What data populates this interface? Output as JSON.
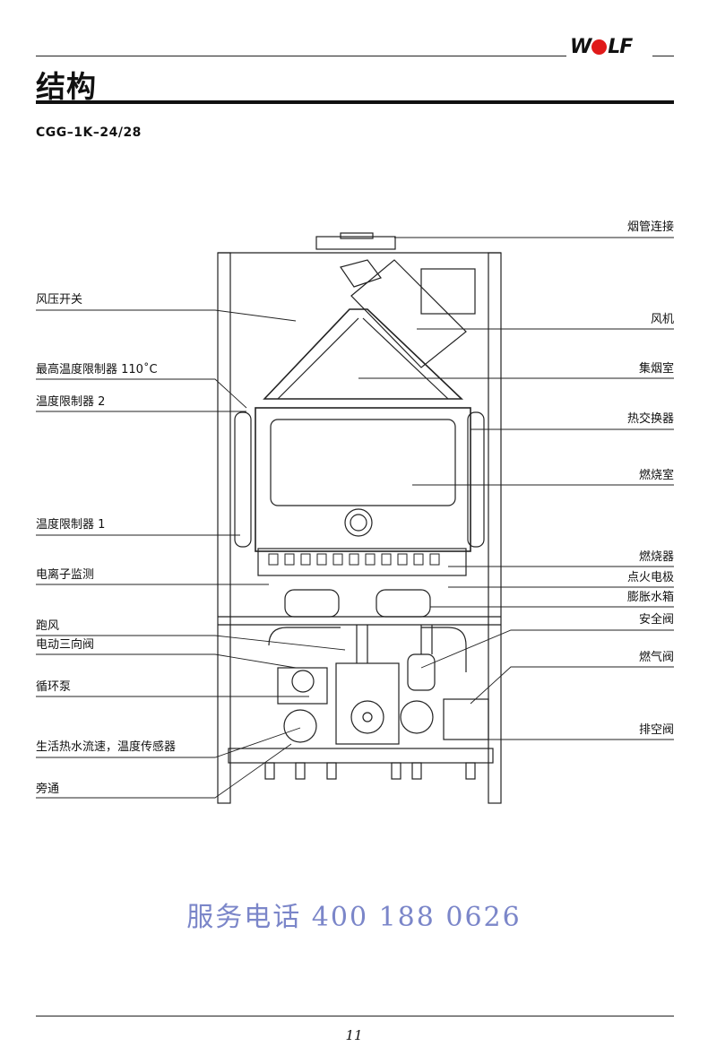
{
  "brand": {
    "logo_text_left": "W",
    "logo_text_right": "LF"
  },
  "page": {
    "title": "结构",
    "model": "CGG–1K–24/28",
    "service_phone": "服务电话 400 188 0626",
    "page_number": "11"
  },
  "callouts_left": [
    "风压开关",
    "最高温度限制器 110˚C",
    "温度限制器 2",
    "温度限制器 1",
    "电离子监测",
    "跑风",
    "电动三向阀",
    "循环泵",
    "生活热水流速，温度传感器",
    "旁通"
  ],
  "callouts_right": [
    "烟管连接",
    "风机",
    "集烟室",
    "热交换器",
    "燃烧室",
    "燃烧器",
    "点火电极",
    "膨胀水箱",
    "安全阀",
    "燃气阀",
    "排空阀"
  ]
}
